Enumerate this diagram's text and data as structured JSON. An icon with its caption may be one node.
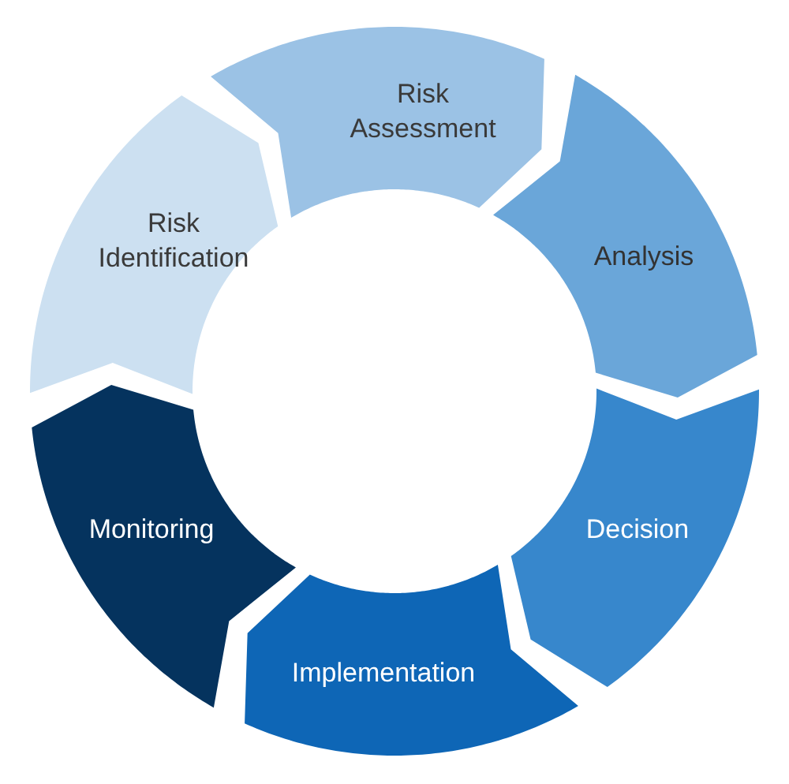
{
  "diagram": {
    "nodes": [
      {
        "text": [
          "Risk Identification"
        ]
      },
      {
        "text": [
          "Risk Assessment"
        ]
      },
      {
        "text": [
          "Analysis"
        ]
      },
      {
        "text": [
          "Decision"
        ]
      },
      {
        "text": [
          "Implementation"
        ]
      },
      {
        "text": [
          "Monitoring"
        ]
      }
    ]
  }
}
